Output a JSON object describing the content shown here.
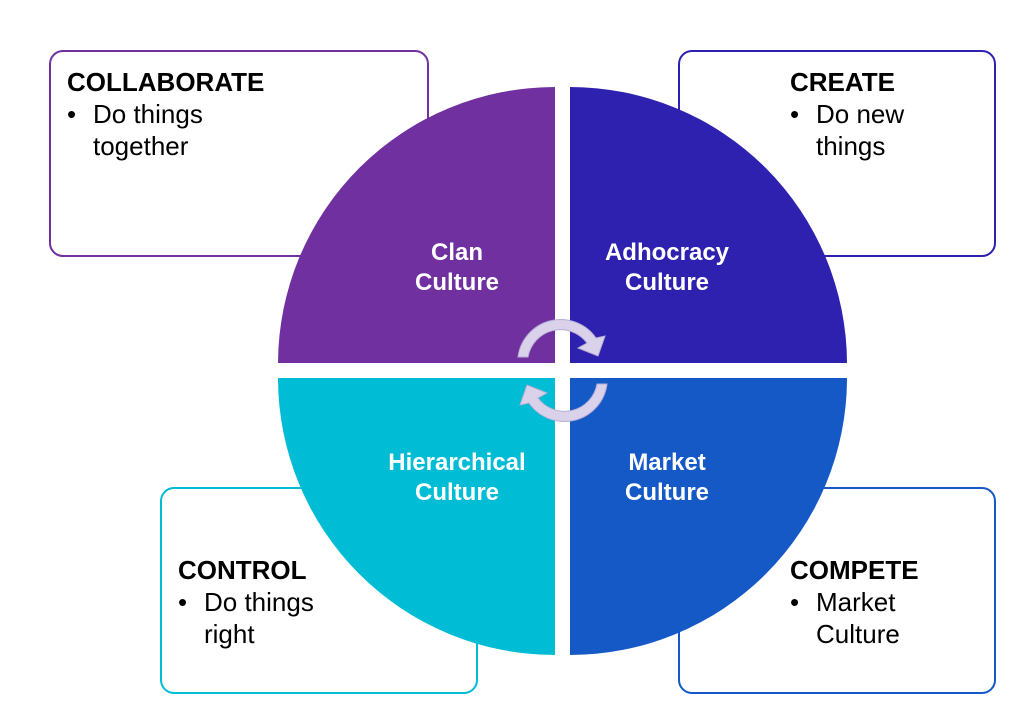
{
  "quadrants": [
    {
      "id": "clan",
      "line1": "Clan",
      "line2": "Culture",
      "color": "#7030a0"
    },
    {
      "id": "adhocracy",
      "line1": "Adhocracy",
      "line2": "Culture",
      "color": "#2e21b0"
    },
    {
      "id": "hierarchical",
      "line1": "Hierarchical",
      "line2": "Culture",
      "color": "#00bcd4"
    },
    {
      "id": "market",
      "line1": "Market",
      "line2": "Culture",
      "color": "#1559c7"
    }
  ],
  "boxes": {
    "collaborate": {
      "title": "COLLABORATE",
      "bullet_mark": "•",
      "bullet": "Do things together",
      "border_color": "#7030a0"
    },
    "create": {
      "title": "CREATE",
      "bullet_mark": "•",
      "bullet": "Do new things",
      "border_color": "#2e21b0"
    },
    "control": {
      "title": "CONTROL",
      "bullet_mark": "•",
      "bullet": "Do things right",
      "border_color": "#00bcd4"
    },
    "compete": {
      "title": "COMPETE",
      "bullet_mark": "•",
      "bullet": "Market Culture",
      "border_color": "#1559c7"
    }
  },
  "arrow_color": "#d9d2ea"
}
